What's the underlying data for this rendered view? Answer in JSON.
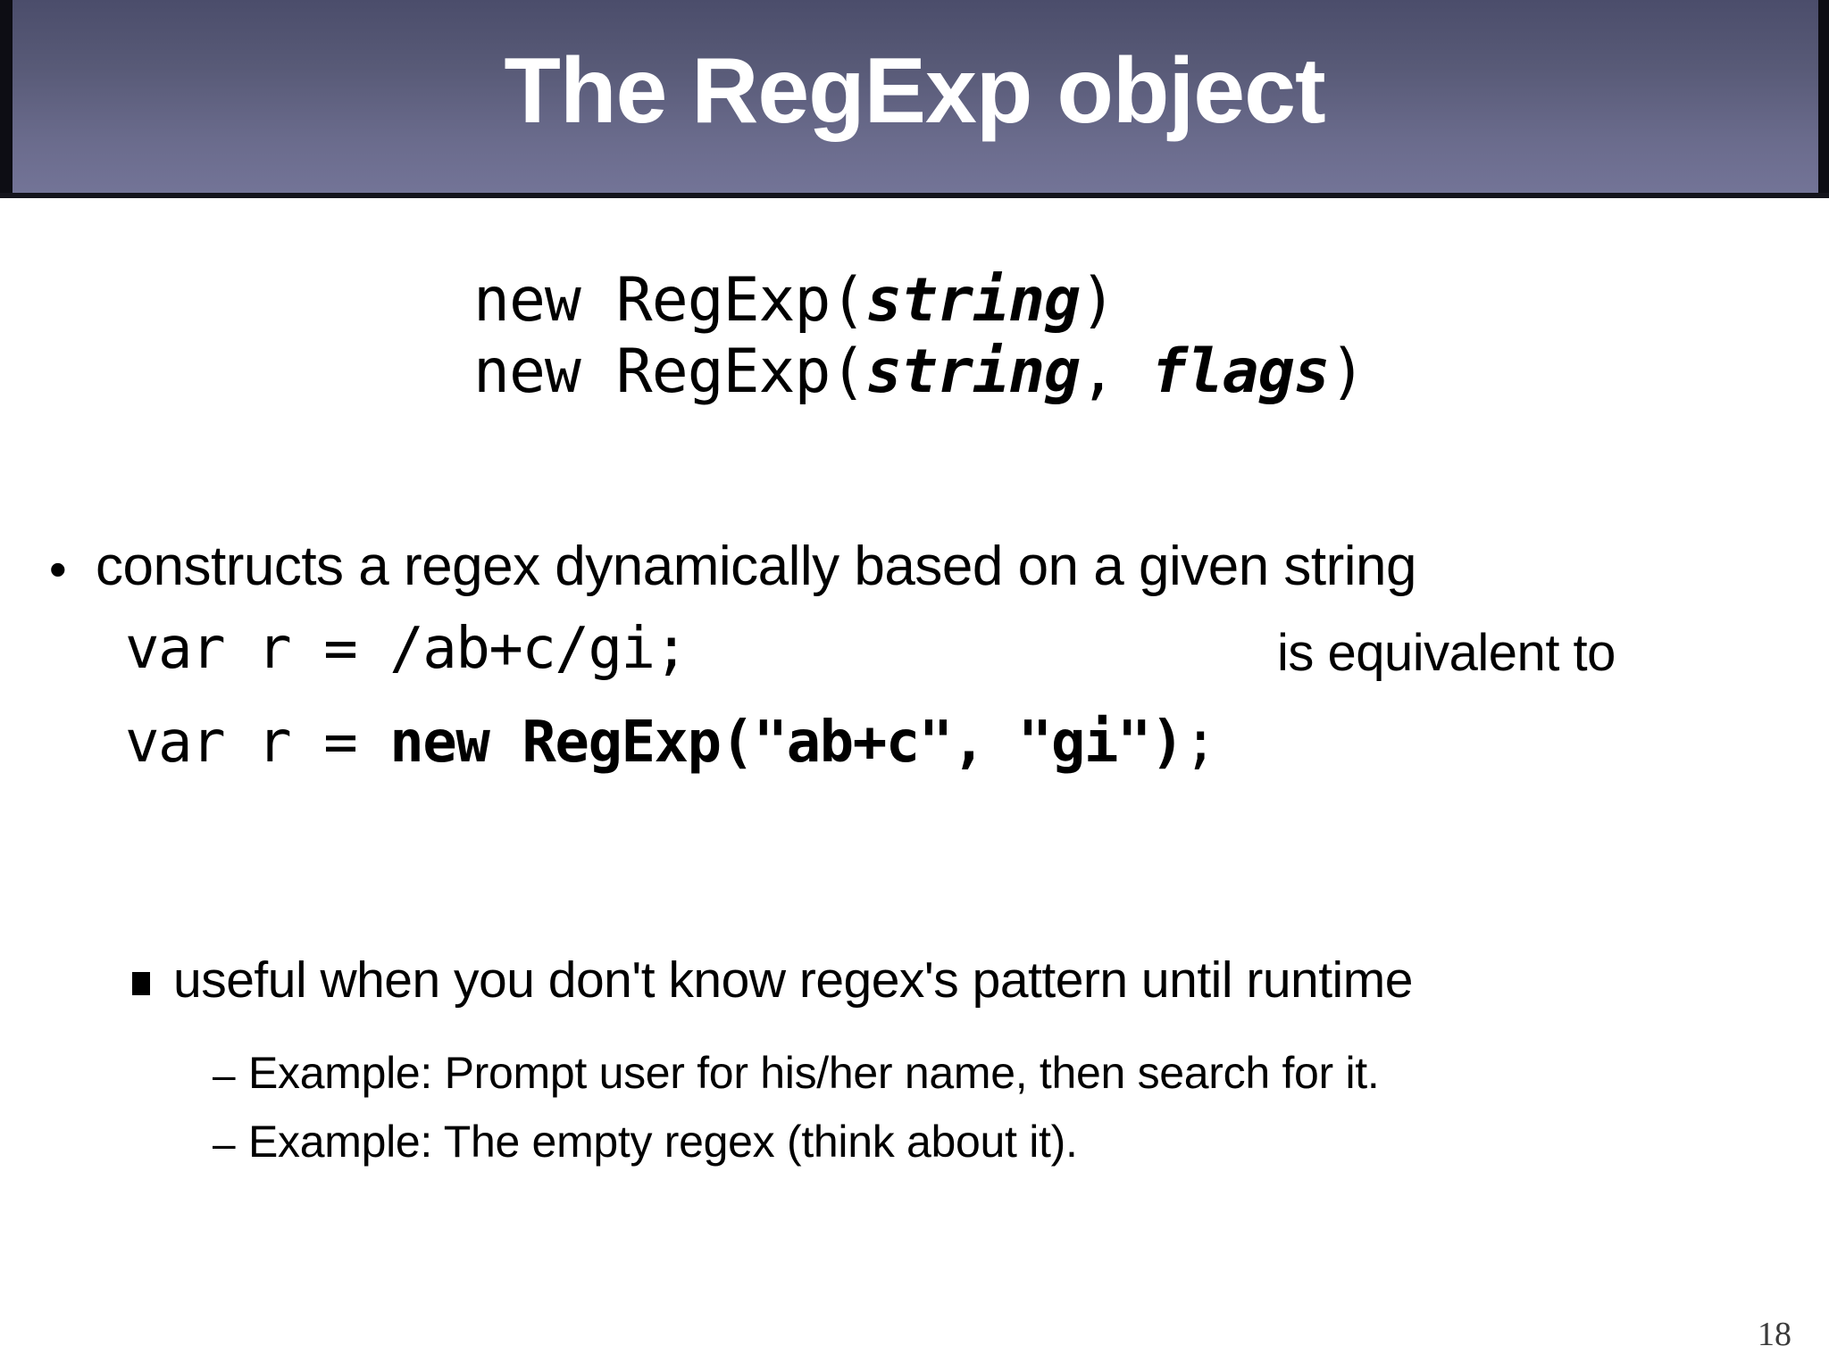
{
  "slide": {
    "title": "The RegExp object",
    "page_number": "18",
    "theme": {
      "header_gradient_top": "#4b4d6b",
      "header_gradient_bottom": "#737497",
      "header_border": "#14141c",
      "title_color": "#ffffff",
      "body_background": "#ffffff",
      "text_color": "#000000",
      "page_number_color": "#3a3a3a"
    }
  },
  "signatures": [
    {
      "prefix": "new RegExp(",
      "param1": "string",
      "separator": "",
      "param2": "",
      "suffix": ")",
      "full": "new RegExp(string)"
    },
    {
      "prefix": "new RegExp(",
      "param1": "string",
      "separator": ", ",
      "param2": "flags",
      "suffix": ")",
      "full": "new RegExp(string, flags)"
    }
  ],
  "bullets": {
    "level1": {
      "marker": "bullet-dot",
      "text": "constructs a regex dynamically based on a given string"
    },
    "code_example": {
      "line1": {
        "code": "var r = /ab+c/gi;",
        "note": "is equivalent to"
      },
      "line2": {
        "plain_prefix": "var r = ",
        "bold_part": "new RegExp(\"ab+c\", \"gi\")",
        "plain_suffix": ";",
        "full": "var r = new RegExp(\"ab+c\", \"gi\");"
      }
    },
    "level2": {
      "marker": "bullet-square",
      "text": "useful when you don't know regex's pattern until runtime"
    },
    "level3": [
      {
        "marker": "bullet-dash",
        "marker_glyph": "–",
        "text": "Example: Prompt user for his/her name, then search for it."
      },
      {
        "marker": "bullet-dash",
        "marker_glyph": "–",
        "text": "Example: The empty regex (think about it)."
      }
    ]
  }
}
